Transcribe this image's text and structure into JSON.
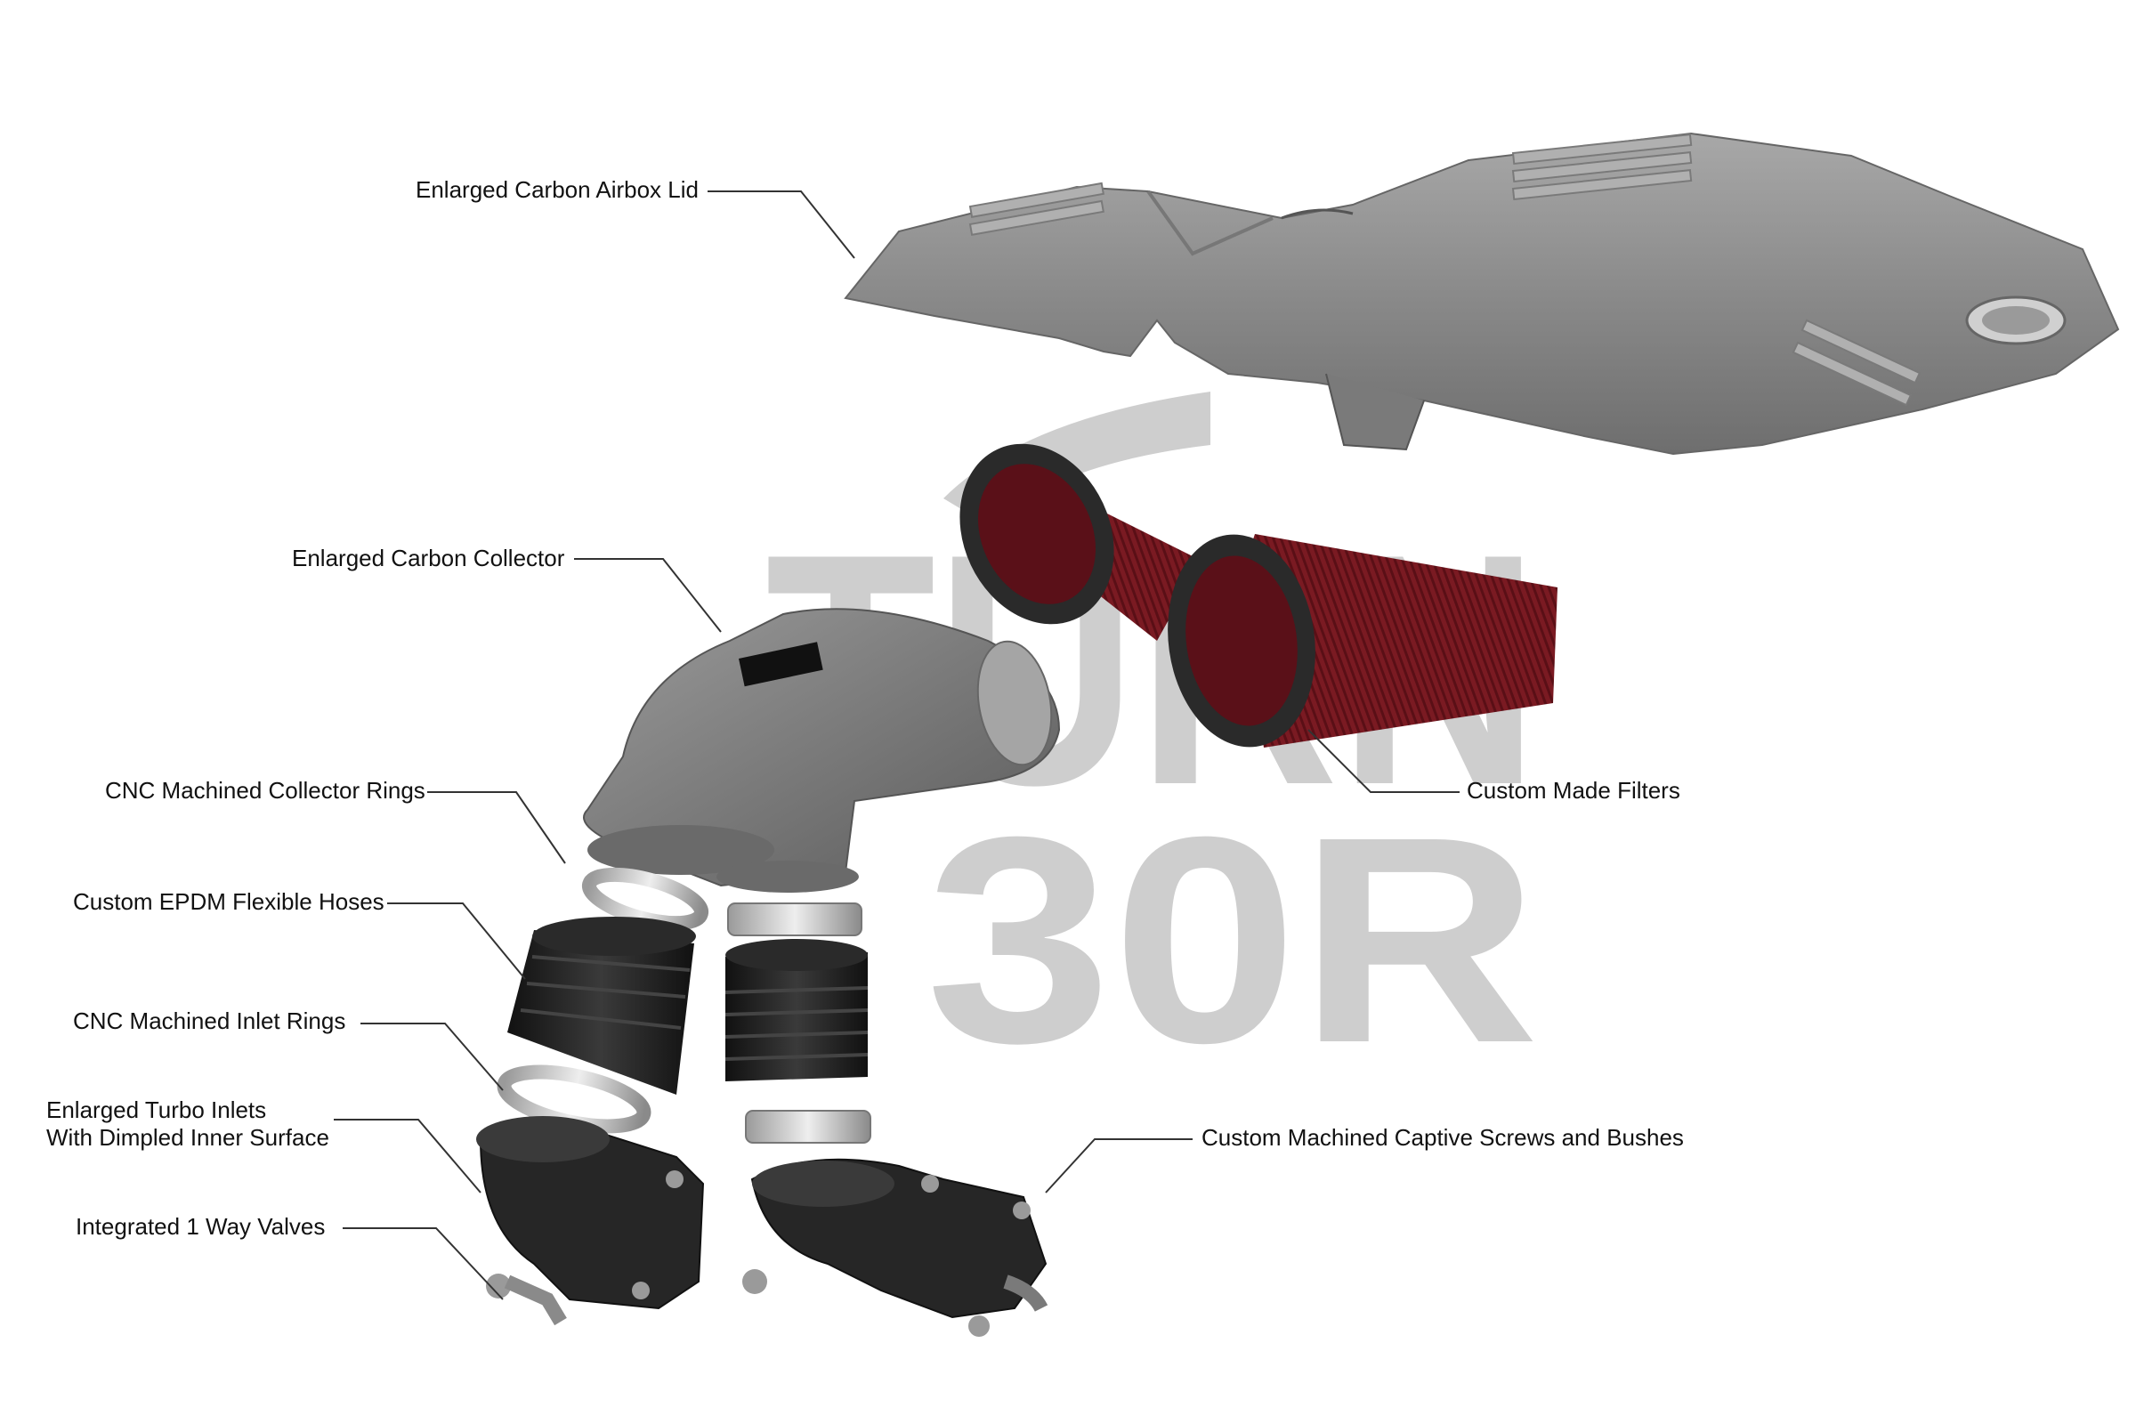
{
  "diagram": {
    "watermark": {
      "line1": "TURN",
      "line2": "30R"
    },
    "callouts": {
      "airbox_lid": "Enlarged Carbon Airbox Lid",
      "collector": "Enlarged Carbon Collector",
      "collector_rings": "CNC Machined Collector Rings",
      "flexible_hoses": "Custom EPDM Flexible Hoses",
      "inlet_rings": "CNC Machined Inlet Rings",
      "turbo_inlets_line1": "Enlarged Turbo Inlets",
      "turbo_inlets_line2": "With Dimpled Inner Surface",
      "valves": "Integrated 1 Way Valves",
      "filters": "Custom Made Filters",
      "captive_screws": "Custom Machined Captive Screws and Bushes"
    },
    "colors": {
      "carbon_grey": "#8d8d8d",
      "filter_red": "#7a1a22",
      "rubber_black": "#1f1f1f",
      "ring_silver": "#c8c8c8",
      "watermark": "#c9c9c9"
    }
  }
}
